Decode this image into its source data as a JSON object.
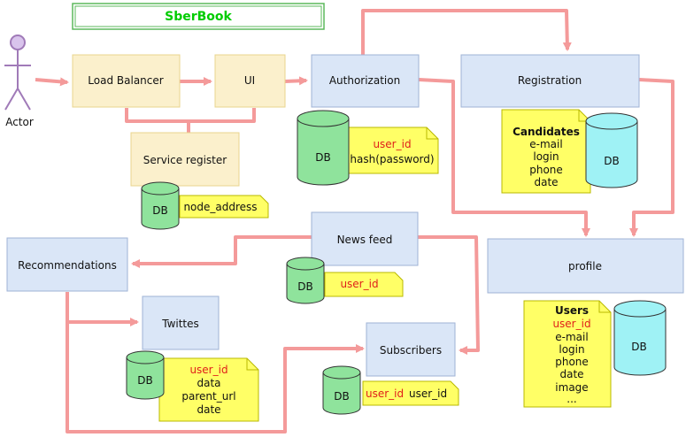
{
  "title": "SberBook",
  "actor": {
    "label": "Actor"
  },
  "components": {
    "load_balancer": "Load Balancer",
    "ui": "UI",
    "authorization": "Authorization",
    "registration": "Registration",
    "service_register": "Service register",
    "recommendations": "Recommendations",
    "news_feed": "News feed",
    "profile": "profile",
    "twittes": "Twittes",
    "subscribers": "Subscribers"
  },
  "databases": {
    "auth_db": "DB",
    "registration_db": "DB",
    "service_db": "DB",
    "newsfeed_db": "DB",
    "profile_db": "DB",
    "twittes_db": "DB",
    "subscribers_db": "DB"
  },
  "notes": {
    "auth": {
      "line1": "user_id",
      "line2": "hash(password)"
    },
    "candidates": {
      "heading": "Candidates",
      "items": [
        "e-mail",
        "login",
        "phone",
        "date"
      ]
    },
    "service": {
      "line1": "node_address"
    },
    "newsfeed": {
      "line1": "user_id"
    },
    "users": {
      "heading": "Users",
      "key": "user_id",
      "items": [
        "e-mail",
        "login",
        "phone",
        "date",
        "image",
        "..."
      ]
    },
    "twittes": {
      "key": "user_id",
      "items": [
        "data",
        "parent_url",
        "date"
      ]
    },
    "subscribers": {
      "key1": "user_id",
      "key2": "user_id"
    }
  },
  "colors": {
    "arrow": "#f49a9a",
    "blue_box": "#dae6f7",
    "yellow_box": "#fbf0cc",
    "note": "#ffff66",
    "db_green": "#8fe39c",
    "db_cyan": "#9ff2f5",
    "title": "#00cc00",
    "key_text": "#e0201a"
  }
}
